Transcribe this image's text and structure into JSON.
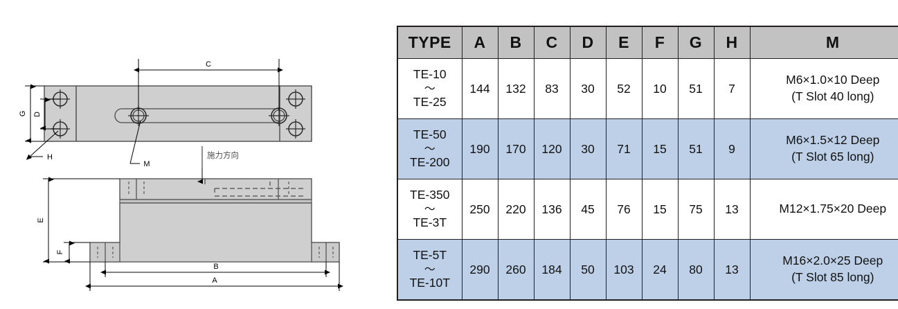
{
  "drawing": {
    "title": "load-cell-dimension-drawing",
    "labels": {
      "C": "C",
      "G": "G",
      "D": "D",
      "H": "H",
      "M": "M",
      "E": "E",
      "F": "F",
      "B": "B",
      "A": "A",
      "force_direction": "施力方向"
    },
    "colors": {
      "body_fill": "#cfcfcf",
      "flange_fill": "#c9c9c9",
      "outline": "#3a3a3a",
      "dimension_line": "#000000"
    }
  },
  "table": {
    "name": "dimension-table",
    "headers": [
      "TYPE",
      "A",
      "B",
      "C",
      "D",
      "E",
      "F",
      "G",
      "H",
      "M"
    ],
    "colors": {
      "header_bg": "#c2c2c2",
      "alt_row_bg": "#bdd0e8",
      "plain_row_bg": "#ffffff",
      "border": "#231f20"
    },
    "rows": [
      {
        "type_from": "TE-10",
        "type_range_symbol": "〜",
        "type_to": "TE-25",
        "A": "144",
        "B": "132",
        "C": "83",
        "D": "30",
        "E": "52",
        "F": "10",
        "G": "51",
        "H": "7",
        "M_line1": "M6×1.0×10 Deep",
        "M_line2": "(T Slot 40 long)",
        "highlight": false
      },
      {
        "type_from": "TE-50",
        "type_range_symbol": "〜",
        "type_to": "TE-200",
        "A": "190",
        "B": "170",
        "C": "120",
        "D": "30",
        "E": "71",
        "F": "15",
        "G": "51",
        "H": "9",
        "M_line1": "M6×1.5×12 Deep",
        "M_line2": "(T Slot 65 long)",
        "highlight": true
      },
      {
        "type_from": "TE-350",
        "type_range_symbol": "〜",
        "type_to": "TE-3T",
        "A": "250",
        "B": "220",
        "C": "136",
        "D": "45",
        "E": "76",
        "F": "15",
        "G": "75",
        "H": "13",
        "M_line1": "M12×1.75×20 Deep",
        "M_line2": "",
        "highlight": false
      },
      {
        "type_from": "TE-5T",
        "type_range_symbol": "〜",
        "type_to": "TE-10T",
        "A": "290",
        "B": "260",
        "C": "184",
        "D": "50",
        "E": "103",
        "F": "24",
        "G": "80",
        "H": "13",
        "M_line1": "M16×2.0×25 Deep",
        "M_line2": "(T Slot 85 long)",
        "highlight": true
      }
    ]
  }
}
